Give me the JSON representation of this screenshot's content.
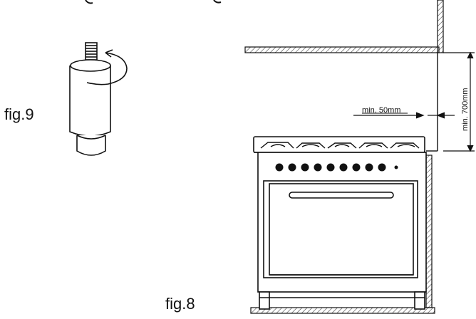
{
  "labels": {
    "fig9": "fig.9",
    "fig8": "fig.8",
    "min_side_gap": "min. 50mm",
    "min_top_clearance": "min. 700mm"
  },
  "icons": {
    "rotation": "rotation-arrow-icon",
    "foot": "adjustable-foot-icon"
  },
  "colors": {
    "line": "#111111",
    "hatch": "#555555",
    "background": "#ffffff"
  }
}
